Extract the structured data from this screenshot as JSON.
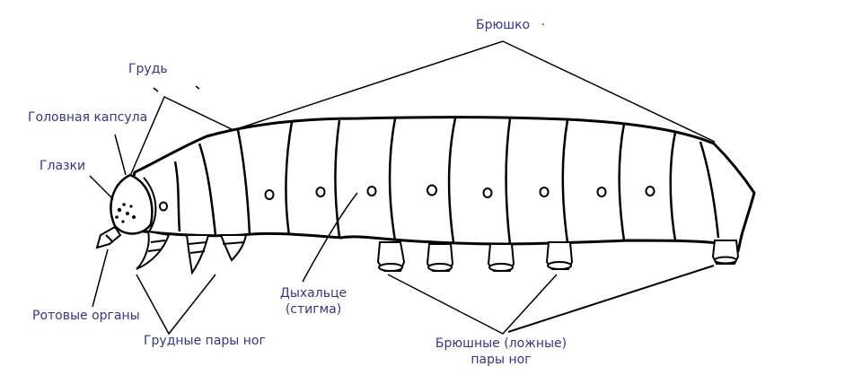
{
  "labels": {
    "abdomen": "Брюшко",
    "abdomen_mark": "·",
    "thorax": "Грудь",
    "head_capsule": "Головная капсула",
    "ocelli": "Глазки",
    "mouthparts": "Ротовые органы",
    "thoracic_legs": "Грудные пары ног",
    "spiracle_line1": "Дыхальце",
    "spiracle_line2": "(стигма)",
    "prolegs_line1": "Брюшные (ложные)",
    "prolegs_line2": "пары ног"
  },
  "colors": {
    "label_text": "#3b3386",
    "outline": "#000000",
    "body_fill": "#ffffff"
  }
}
